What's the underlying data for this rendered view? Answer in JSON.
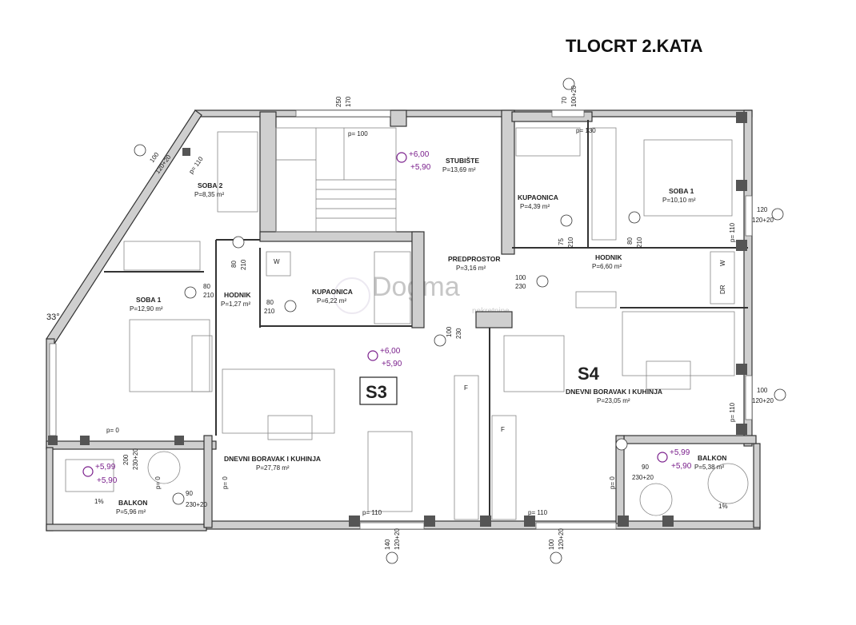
{
  "title": "TLOCRT 2.KATA",
  "watermark": {
    "brand": "Dogma",
    "tagline": "nekretnine"
  },
  "colors": {
    "wall_fill": "#cfcfcf",
    "wall_stroke": "#333333",
    "level_marker": "#7a1f8c",
    "text": "#222222"
  },
  "units": [
    {
      "label": "S3"
    },
    {
      "label": "S4"
    }
  ],
  "rooms": [
    {
      "name": "SOBA 2",
      "area": "P=8,35 m²"
    },
    {
      "name": "SOBA 1",
      "area": "P=12,90 m²"
    },
    {
      "name": "HODNIK",
      "area": "P=1,27 m²"
    },
    {
      "name": "KUPAONICA",
      "area": "P=6,22 m²"
    },
    {
      "name": "DNEVNI BORAVAK I KUHINJA",
      "area": "P=27,78 m²"
    },
    {
      "name": "BALKON",
      "area": "P=5,96 m²"
    },
    {
      "name": "STUBIŠTE",
      "area": "P=13,69 m²"
    },
    {
      "name": "PREDPROSTOR",
      "area": "P=3,16 m²"
    },
    {
      "name": "KUPAONICA",
      "area": "P=4,39 m²"
    },
    {
      "name": "SOBA 1",
      "area": "P=10,10 m²"
    },
    {
      "name": "HODNIK",
      "area": "P=6,60 m²"
    },
    {
      "name": "DNEVNI BORAVAK I KUHINJA",
      "area": "P=23,05 m²"
    },
    {
      "name": "BALKON",
      "area": "P=5,38 m²"
    }
  ],
  "levels": [
    {
      "top": "+6,00",
      "bottom": "+5,90"
    },
    {
      "top": "+6,00",
      "bottom": "+5,90"
    },
    {
      "top": "+5,99",
      "bottom": "+5,90"
    },
    {
      "top": "+5,99",
      "bottom": "+5,90"
    }
  ],
  "dimensions": {
    "d_250": "250",
    "d_170": "170",
    "d_p100": "p= 100",
    "d_70": "70",
    "d_100_20a": "100+20",
    "d_p130": "p= 130",
    "d_100a": "100",
    "d_120_20a": "120+20",
    "d_p110a": "p= 110",
    "d_80a": "80",
    "d_210a": "210",
    "d_80b": "80",
    "d_210b": "210",
    "d_80c": "80",
    "d_210c": "210",
    "d_100b": "100",
    "d_230a": "230",
    "d_100c": "100",
    "d_230b": "230",
    "d_75": "75",
    "d_210d": "210",
    "d_80d": "80",
    "d_210e": "210",
    "d_120": "120",
    "d_120_20b": "120+20",
    "d_p110b": "p= 110",
    "d_100d": "100",
    "d_120_20c": "120+20",
    "d_p110c": "p= 110",
    "d_p0a": "p= 0",
    "d_200": "200",
    "d_230_20a": "230+20",
    "d_p0b": "p= 0",
    "d_90a": "90",
    "d_230_20b": "230+20",
    "d_p0c": "p= 0",
    "d_p110d": "p= 110",
    "d_140": "140",
    "d_120_20d": "120+20",
    "d_p110e": "p= 110",
    "d_100e": "100",
    "d_120_20e": "120+20",
    "d_90b": "90",
    "d_230_20c": "230+20",
    "d_p0d": "p= 0",
    "d_1pct_a": "1%",
    "d_1pct_b": "1%",
    "d_angle": "33°",
    "w_a": "W",
    "w_b": "W",
    "dr": "DR",
    "f_a": "F",
    "f_b": "F"
  }
}
